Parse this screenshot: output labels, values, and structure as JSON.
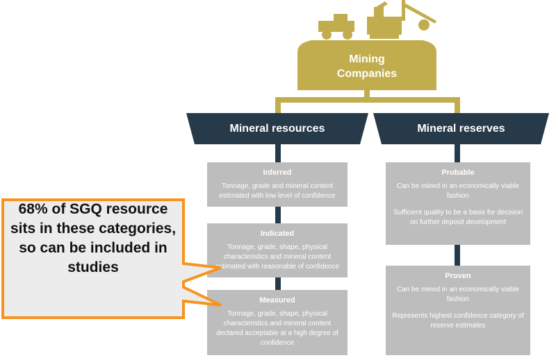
{
  "header": {
    "title_line1": "Mining",
    "title_line2": "Companies",
    "icon": "mining-trucks-excavator-icon",
    "color": "#c2ad4e"
  },
  "categories": {
    "resources": {
      "label": "Mineral resources",
      "color": "#263a4a"
    },
    "reserves": {
      "label": "Mineral reserves",
      "color": "#263a4a"
    }
  },
  "resources": [
    {
      "title": "Inferred",
      "text": "Tonnage, grade and mineral content estimated with low level of confidence"
    },
    {
      "title": "Indicated",
      "text": "Tonnage, grade, shape, physical characteristics and mineral content estimated with reasonable of confidence"
    },
    {
      "title": "Measured",
      "text": "Tonnage, grade, shape, physical characteristics and mineral content declared acceptable at a high degree of confidence"
    }
  ],
  "reserves": [
    {
      "title": "Probable",
      "text1": "Can be mined in an economically viable fashion",
      "text2": "Sufficient quality to be a basis for decision on further deposit development"
    },
    {
      "title": "Proven",
      "text1": "Can be mined in an economically viable fashion",
      "text2": "Represents highest confidence category of reserve estimates"
    }
  ],
  "callout": {
    "text": "68% of SGQ resource sits in these categories, so can be included in studies",
    "border_color": "#f7931e",
    "fill_color": "#ececec"
  },
  "box_color": "#bdbdbd"
}
